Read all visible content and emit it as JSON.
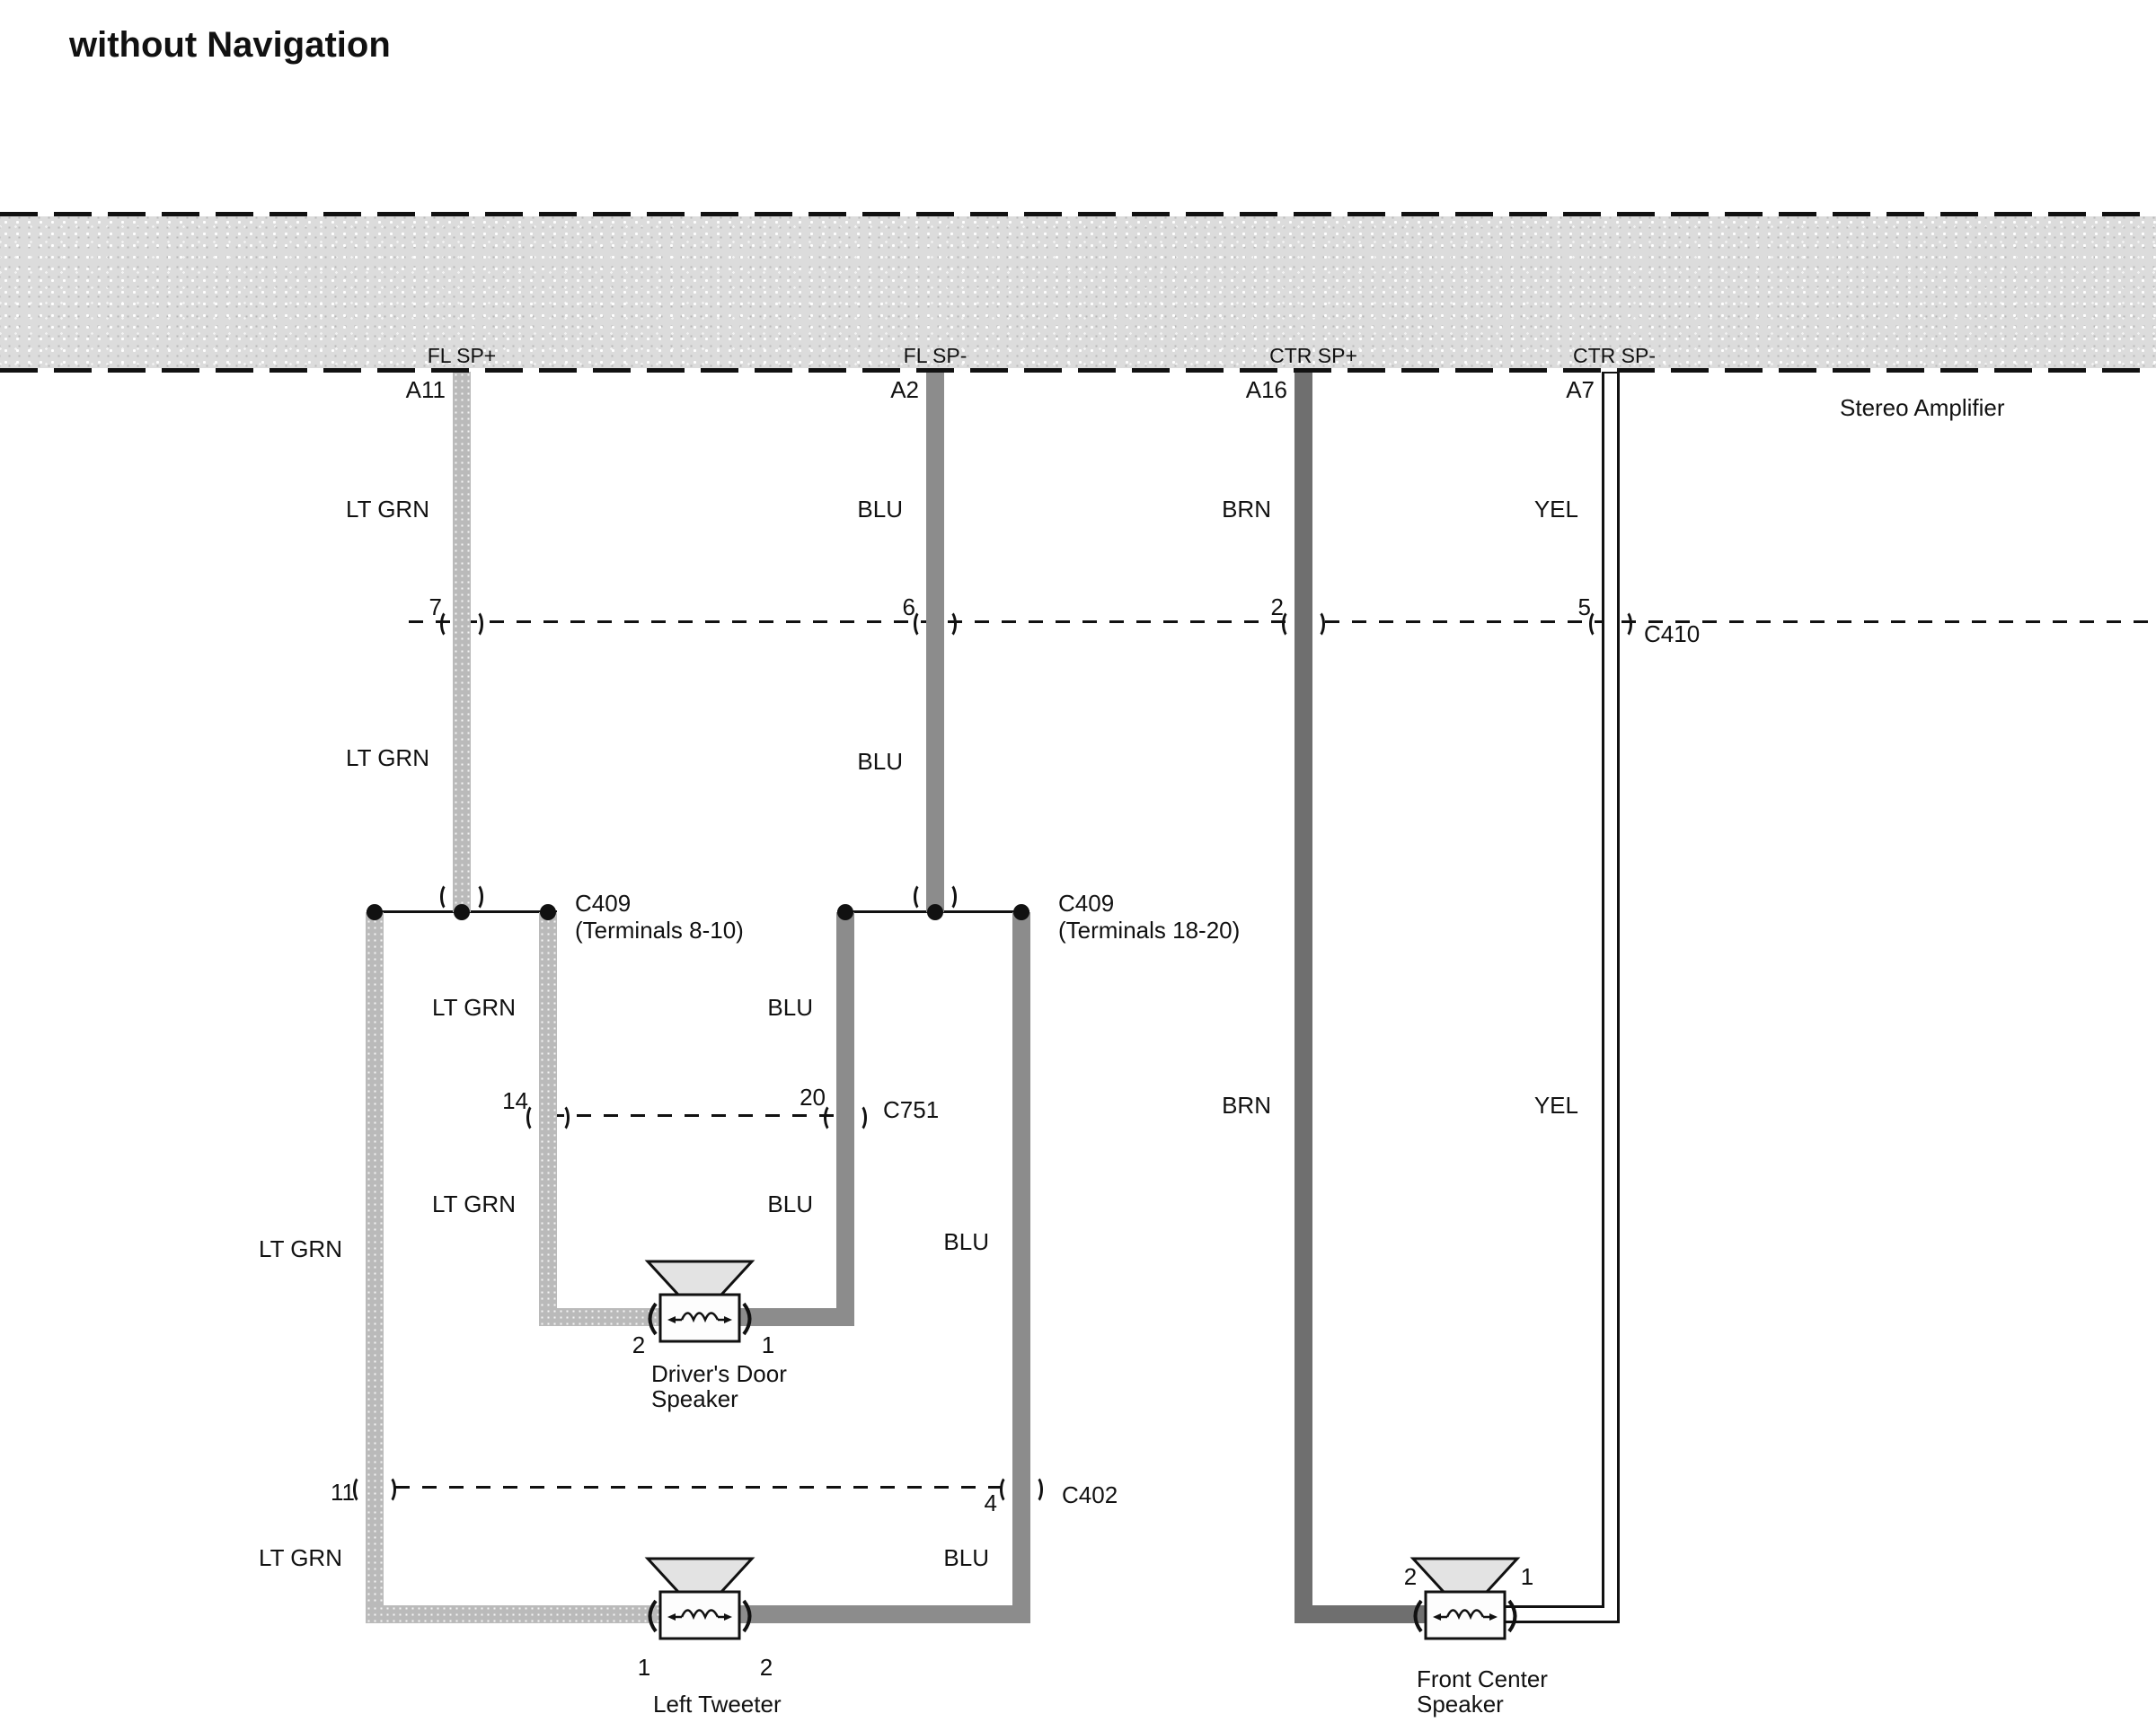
{
  "title": "without Navigation",
  "amplifier": {
    "name": "Stereo Amplifier",
    "channels": [
      {
        "signal": "FL SP+",
        "pin": "A11"
      },
      {
        "signal": "FL SP-",
        "pin": "A2"
      },
      {
        "signal": "CTR SP+",
        "pin": "A16"
      },
      {
        "signal": "CTR SP-",
        "pin": "A7"
      }
    ]
  },
  "wire_colors": {
    "lt_grn": {
      "label": "LT GRN",
      "hex": "#bababa"
    },
    "blu": {
      "label": "BLU",
      "hex": "#8c8c8c"
    },
    "brn": {
      "label": "BRN",
      "hex": "#6f6f6f"
    },
    "yel": {
      "label": "YEL",
      "hex": "#ffffff"
    }
  },
  "wire_labels": {
    "fl_plus_upper": "LT GRN",
    "fl_minus_upper": "BLU",
    "ctr_plus_upper": "BRN",
    "ctr_minus_upper": "YEL",
    "fl_plus_mid": "LT GRN",
    "fl_minus_mid": "BLU",
    "ctr_plus_mid": "BRN",
    "ctr_minus_mid": "YEL",
    "fl_plus_branch": "LT GRN",
    "fl_minus_branch": "BLU",
    "fl_plus_lower": "LT GRN",
    "fl_minus_lower": "BLU",
    "fl_plus_left": "LT GRN",
    "fl_minus_right": "BLU",
    "fl_plus_bottom": "LT GRN",
    "fl_minus_bottom": "BLU"
  },
  "connectors": {
    "c410": {
      "name": "C410",
      "pin_fl_plus": "7",
      "pin_fl_minus": "6",
      "pin_ctr_plus": "2",
      "pin_ctr_minus": "5"
    },
    "c409_left": {
      "name": "C409",
      "terminals": "(Terminals 8-10)"
    },
    "c409_right": {
      "name": "C409",
      "terminals": "(Terminals 18-20)"
    },
    "c751": {
      "name": "C751",
      "pin_left": "14",
      "pin_right": "20"
    },
    "c402": {
      "name": "C402",
      "pin_left": "11",
      "pin_right": "4"
    }
  },
  "speakers": {
    "drivers_door": {
      "line1": "Driver's Door",
      "line2": "Speaker",
      "left_pin": "2",
      "right_pin": "1"
    },
    "left_tweeter": {
      "line1": "Left Tweeter",
      "left_pin": "1",
      "right_pin": "2"
    },
    "front_center": {
      "line1": "Front Center",
      "line2": "Speaker",
      "left_pin": "2",
      "right_pin": "1"
    }
  }
}
